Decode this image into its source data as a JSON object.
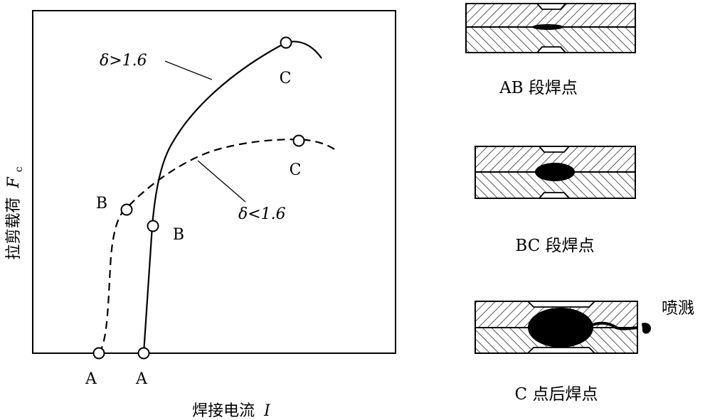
{
  "graph": {
    "y_axis_label": "拉剪载荷",
    "y_axis_symbol": "F",
    "y_axis_subscript": "c",
    "x_axis_label": "焊接电流",
    "x_axis_symbol": "I",
    "upper_curve": {
      "label": "δ>1.6",
      "style": "solid",
      "points": {
        "a": "A",
        "b": "B",
        "c": "C"
      }
    },
    "lower_curve": {
      "label": "δ<1.6",
      "style": "dashed",
      "points": {
        "a": "A",
        "b": "B",
        "c": "C"
      }
    }
  },
  "weld_sections": [
    {
      "caption": "AB 段焊点",
      "nugget": "small"
    },
    {
      "caption": "BC 段焊点",
      "nugget": "medium"
    },
    {
      "caption": "C 点后焊点",
      "nugget": "large",
      "spatter_label": "喷溅"
    }
  ],
  "colors": {
    "line": "#000000",
    "background": "#ffffff"
  }
}
